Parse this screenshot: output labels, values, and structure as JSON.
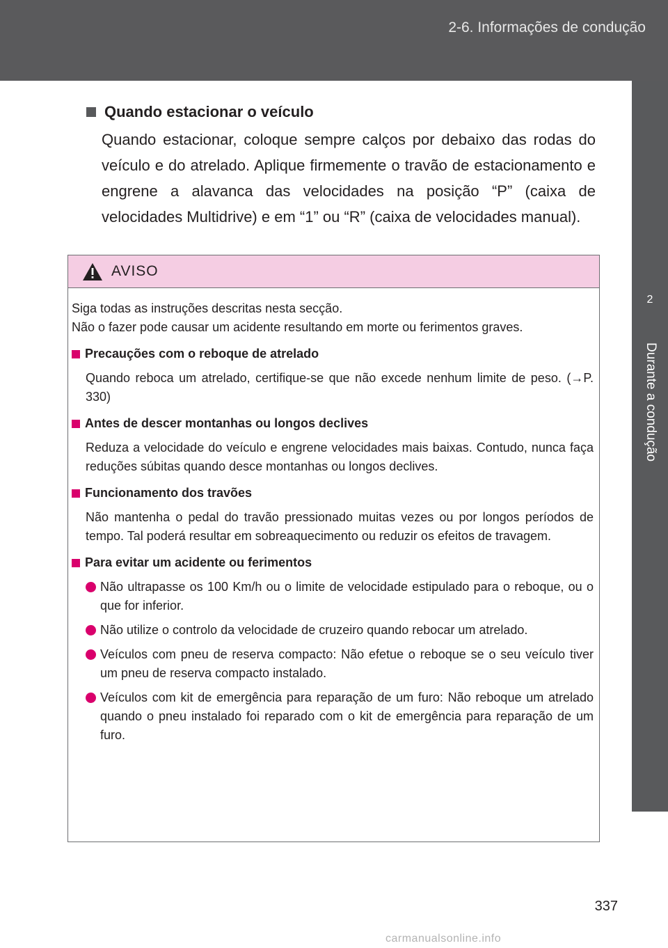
{
  "header": {
    "section": "2-6. Informações de condução"
  },
  "side_tab": {
    "chapter_number": "2",
    "chapter_title": "Durante a condução"
  },
  "intro": {
    "title": "Quando estacionar o veículo",
    "text": "Quando estacionar, coloque sempre calços por debaixo das rodas do veículo e do atrelado. Aplique firmemente o travão de estacionamento e engrene a alavanca das velocidades na posição “P” (caixa de velocidades Multidrive) e em “1” ou “R” (caixa de velocidades manual)."
  },
  "warning": {
    "label": "AVISO",
    "intro_lines": [
      "Siga todas as instruções descritas nesta secção.",
      "Não o fazer pode causar um acidente resultando em morte ou ferimentos graves."
    ],
    "sections": [
      {
        "title": "Precauções com o reboque de atrelado",
        "text": "Quando reboca um atrelado, certifique-se que não excede nenhum limite de peso. (→P. 330)"
      },
      {
        "title": "Antes de descer montanhas ou longos declives",
        "text": "Reduza a velocidade do veículo e engrene velocidades mais baixas. Contudo, nunca faça reduções súbitas quando desce montanhas ou longos declives."
      },
      {
        "title": "Funcionamento dos travões",
        "text": "Não mantenha o pedal do travão pressionado muitas vezes ou por longos períodos de tempo. Tal poderá resultar em sobreaquecimento ou reduzir os efeitos de travagem."
      },
      {
        "title": "Para evitar um acidente ou ferimentos",
        "bullets": [
          "Não ultrapasse os 100 Km/h ou o limite de velocidade estipulado para o reboque, ou o que for inferior.",
          "Não utilize o controlo da velocidade de cruzeiro quando rebocar um atrelado.",
          "Veículos com pneu de reserva compacto: Não efetue o reboque se o seu veículo tiver um pneu de reserva compacto instalado.",
          "Veículos com kit de emergência para reparação de um furo: Não reboque um atrelado quando o pneu instalado foi reparado com o kit de emergência para reparação de um furo."
        ]
      }
    ]
  },
  "page_number": "337",
  "watermark": "carmanualsonline.info",
  "colors": {
    "accent": "#d9006c",
    "warning_header": "#f5cde3",
    "header_band": "#5a5a5c"
  }
}
